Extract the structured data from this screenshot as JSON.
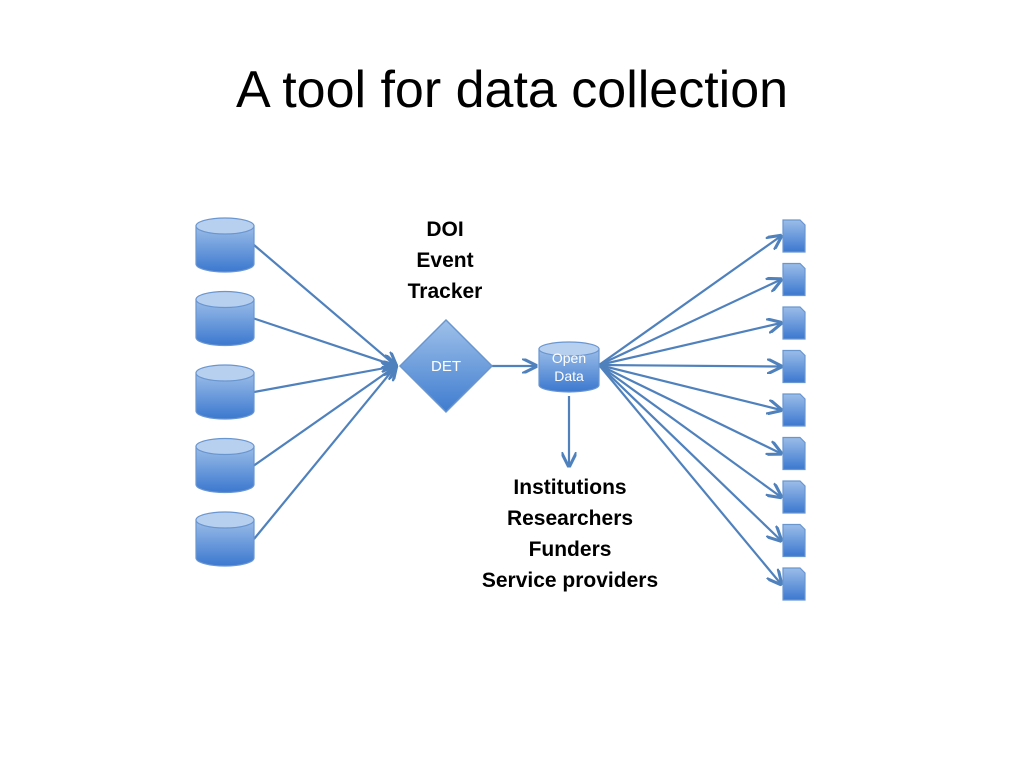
{
  "slide": {
    "title": "A tool for data collection"
  },
  "diagram": {
    "hub_label": "DET",
    "store_label_line1": "Open",
    "store_label_line2": "Data",
    "hub_caption": [
      "DOI",
      "Event",
      "Tracker"
    ],
    "consumers": [
      "Institutions",
      "Researchers",
      "Funders",
      "Service providers"
    ],
    "source_count": 5,
    "output_count": 9
  },
  "colors": {
    "shape_fill_top": "#8fb4e3",
    "shape_fill_bottom": "#3e7bd1",
    "shape_stroke": "#6a96d0",
    "arrow": "#4f81bd",
    "shape_text": "#ffffff"
  }
}
